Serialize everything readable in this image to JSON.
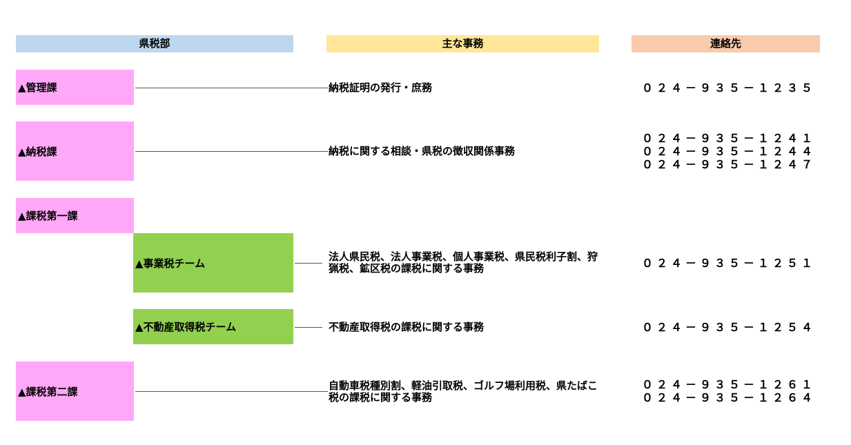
{
  "headers": {
    "department": "県税部",
    "main_duties": "主な事務",
    "contact": "連絡先"
  },
  "colors": {
    "header_department": "#bdd7ee",
    "header_duties": "#ffe699",
    "header_contact": "#f8cbad",
    "division_box": "#ffa8f8",
    "team_box": "#92d050"
  },
  "rows": [
    {
      "name": "▲管理課",
      "duty": "納税証明の発行・庶務",
      "phones": [
        "０２４－９３５－１２３５"
      ]
    },
    {
      "name": "▲納税課",
      "duty": "納税に関する相談・県税の徴収関係事務",
      "phones": [
        "０２４－９３５－１２４１",
        "０２４－９３５－１２４４",
        "０２４－９３５－１２４７"
      ]
    },
    {
      "name": "▲課税第一課"
    },
    {
      "name": "▲事業税チーム",
      "duty": "法人県民税、法人事業税、個人事業税、県民税利子割、狩猟税、鉱区税の課税に関する事務",
      "phones": [
        "０２４－９３５－１２５１"
      ]
    },
    {
      "name": "▲不動産取得税チーム",
      "duty": "不動産取得税の課税に関する事務",
      "phones": [
        "０２４－９３５－１２５４"
      ]
    },
    {
      "name": "▲課税第二課",
      "duty": "自動車税種別割、軽油引取税、ゴルフ場利用税、県たばこ税の課税に関する事務",
      "phones": [
        "０２４－９３５－１２６１",
        "０２４－９３５－１２６４"
      ]
    }
  ]
}
